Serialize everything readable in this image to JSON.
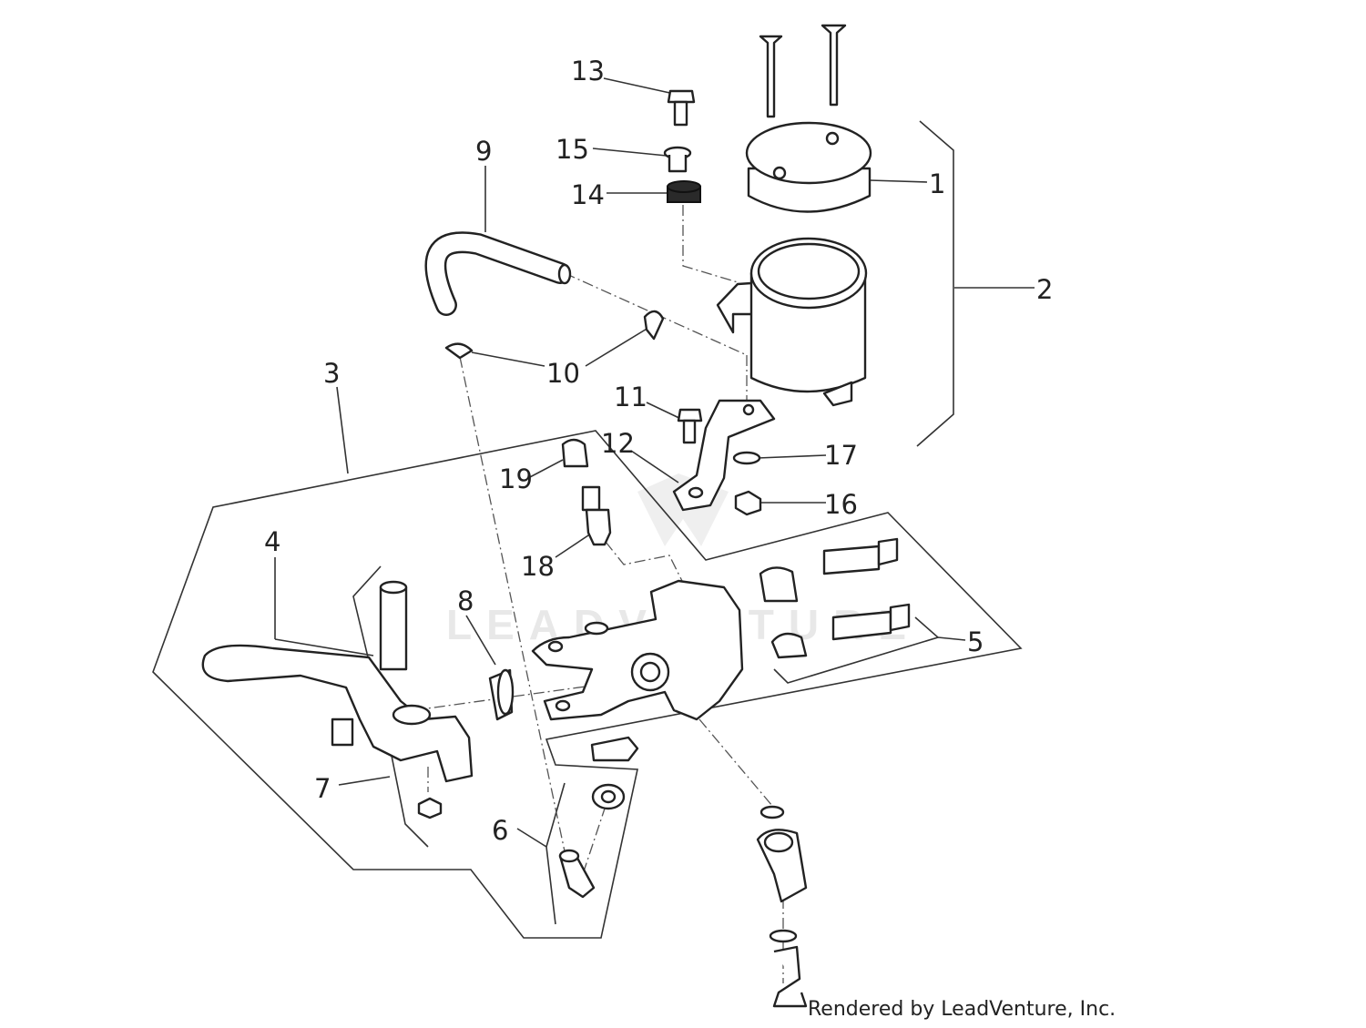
{
  "diagram": {
    "callouts": [
      "1",
      "2",
      "3",
      "4",
      "5",
      "6",
      "7",
      "8",
      "9",
      "10",
      "11",
      "12",
      "13",
      "14",
      "15",
      "16",
      "17",
      "18",
      "19"
    ],
    "watermark": "LEADVENTURE",
    "credit": "Rendered by LeadVenture, Inc."
  },
  "colors": {
    "line": "#222222",
    "background": "#ffffff",
    "watermark": "#e8e8e8"
  }
}
